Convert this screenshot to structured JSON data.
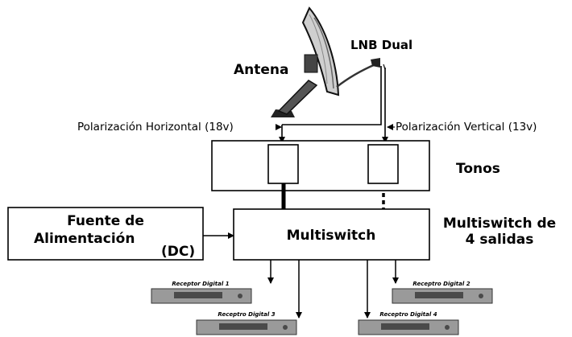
{
  "labels": {
    "antenna": "Antena",
    "lnb": "LNB Dual",
    "pol_h": "Polarización Horizontal (18v)",
    "pol_v": "Polarización Vertical (13v)",
    "tones": "Tonos",
    "power_line1": "Fuente de",
    "power_line2": "Alimentación",
    "power_dc": "(DC)",
    "multiswitch": "Multiswitch",
    "ms_title_line1": "Multiswitch de",
    "ms_title_line2": "4 salidas"
  },
  "receivers": [
    {
      "label": "Receptor Digital 1"
    },
    {
      "label": "Receptro Digital 2"
    },
    {
      "label": "Receptro Digital 3"
    },
    {
      "label": "Receptro Digital 4"
    }
  ]
}
